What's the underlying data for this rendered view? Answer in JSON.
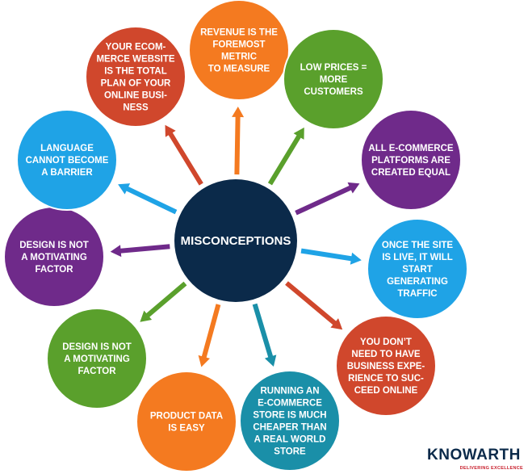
{
  "center": {
    "label": "MISCONCEPTIONS",
    "color": "#0b2a4a"
  },
  "nodes": [
    {
      "id": "revenue",
      "lines": [
        "REVENUE IS THE",
        "FOREMOST",
        "METRIC",
        "TO MEASURE"
      ],
      "color": "#f47a20"
    },
    {
      "id": "low-prices",
      "lines": [
        "LOW PRICES =",
        "MORE",
        "CUSTOMERS"
      ],
      "color": "#5aa02c"
    },
    {
      "id": "platforms-equal",
      "lines": [
        "ALL E-COMMERCE",
        "PLATFORMS ARE",
        "CREATED EQUAL"
      ],
      "color": "#6f2a8a"
    },
    {
      "id": "site-live",
      "lines": [
        "ONCE THE SITE",
        "IS LIVE, IT WILL",
        "START",
        "GENERATING",
        "TRAFFIC"
      ],
      "color": "#1fa3e6"
    },
    {
      "id": "business-experience",
      "lines": [
        "YOU DON’T",
        "NEED TO HAVE",
        "BUSINESS EXPE-",
        "RIENCE TO SUC-",
        "CEED ONLINE"
      ],
      "color": "#d0472c"
    },
    {
      "id": "cheaper-store",
      "lines": [
        "RUNNING AN",
        "E-COMMERCE",
        "STORE IS MUCH",
        "CHEAPER THAN",
        "A REAL WORLD",
        "STORE"
      ],
      "color": "#1a8fa8"
    },
    {
      "id": "product-data",
      "lines": [
        "PRODUCT DATA",
        "IS EASY"
      ],
      "color": "#f47a20"
    },
    {
      "id": "design-green",
      "lines": [
        "DESIGN IS NOT",
        "A MOTIVATING",
        "FACTOR"
      ],
      "color": "#5aa02c"
    },
    {
      "id": "design-purple",
      "lines": [
        "DESIGN IS NOT",
        "A MOTIVATING",
        "FACTOR"
      ],
      "color": "#6f2a8a"
    },
    {
      "id": "language",
      "lines": [
        "LANGUAGE",
        "CANNOT BECOME",
        "A BARRIER"
      ],
      "color": "#1fa3e6"
    },
    {
      "id": "ecommerce-website",
      "lines": [
        "YOUR ECOM-",
        "MERCE WEBSITE",
        "IS THE TOTAL",
        "PLAN OF YOUR",
        "ONLINE BUSI-",
        "NESS"
      ],
      "color": "#d0472c"
    }
  ],
  "logo": {
    "name": "KNOWARTH",
    "tagline": "DELIVERING EXCELLENCE"
  }
}
